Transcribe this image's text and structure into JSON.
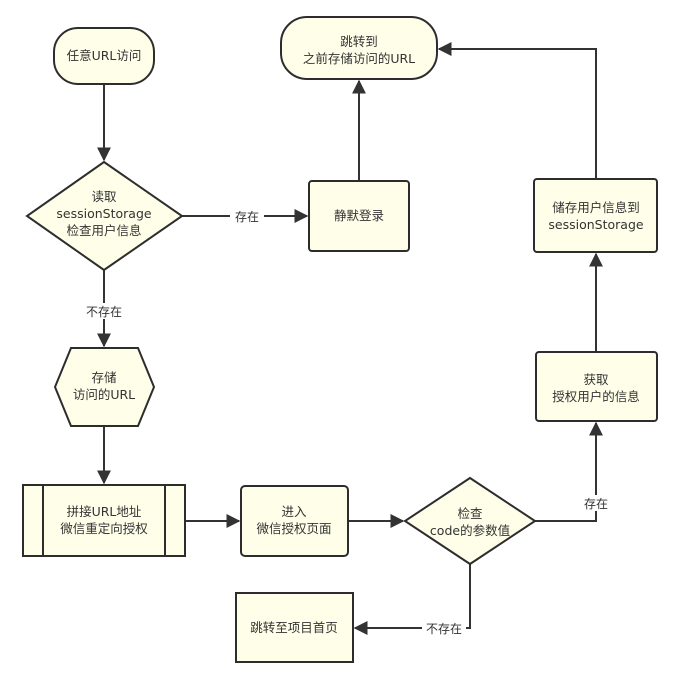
{
  "colors": {
    "node_fill": "#fefee9",
    "node_stroke": "#2d2d2d",
    "edge": "#333333",
    "text": "#333333",
    "background": "#ffffff"
  },
  "nodes": {
    "start": {
      "type": "terminator",
      "lines": [
        "任意URL访问"
      ]
    },
    "check_session": {
      "type": "decision",
      "lines": [
        "读取",
        "sessionStorage",
        "检查用户信息"
      ]
    },
    "silent_login": {
      "type": "process",
      "lines": [
        "静默登录"
      ]
    },
    "redirect_saved": {
      "type": "terminator",
      "lines": [
        "跳转到",
        "之前存储访问的URL"
      ]
    },
    "store_user": {
      "type": "process",
      "lines": [
        "储存用户信息到",
        "sessionStorage"
      ]
    },
    "save_url": {
      "type": "preparation",
      "lines": [
        "存储",
        "访问的URL"
      ]
    },
    "build_url": {
      "type": "predefined-process",
      "lines": [
        "拼接URL地址",
        "微信重定向授权"
      ]
    },
    "enter_auth": {
      "type": "process",
      "lines": [
        "进入",
        "微信授权页面"
      ]
    },
    "check_code": {
      "type": "decision",
      "lines": [
        "检查",
        "code的参数值"
      ]
    },
    "get_user": {
      "type": "process",
      "lines": [
        "获取",
        "授权用户的信息"
      ]
    },
    "go_home": {
      "type": "process",
      "lines": [
        "跳转至项目首页"
      ]
    }
  },
  "edges": [
    {
      "from": "start",
      "to": "check_session",
      "label": ""
    },
    {
      "from": "check_session",
      "to": "silent_login",
      "label": "存在"
    },
    {
      "from": "check_session",
      "to": "save_url",
      "label": "不存在"
    },
    {
      "from": "silent_login",
      "to": "redirect_saved",
      "label": ""
    },
    {
      "from": "store_user",
      "to": "redirect_saved",
      "label": ""
    },
    {
      "from": "save_url",
      "to": "build_url",
      "label": ""
    },
    {
      "from": "build_url",
      "to": "enter_auth",
      "label": ""
    },
    {
      "from": "enter_auth",
      "to": "check_code",
      "label": ""
    },
    {
      "from": "check_code",
      "to": "get_user",
      "label": "存在"
    },
    {
      "from": "check_code",
      "to": "go_home",
      "label": "不存在"
    },
    {
      "from": "get_user",
      "to": "store_user",
      "label": ""
    }
  ]
}
